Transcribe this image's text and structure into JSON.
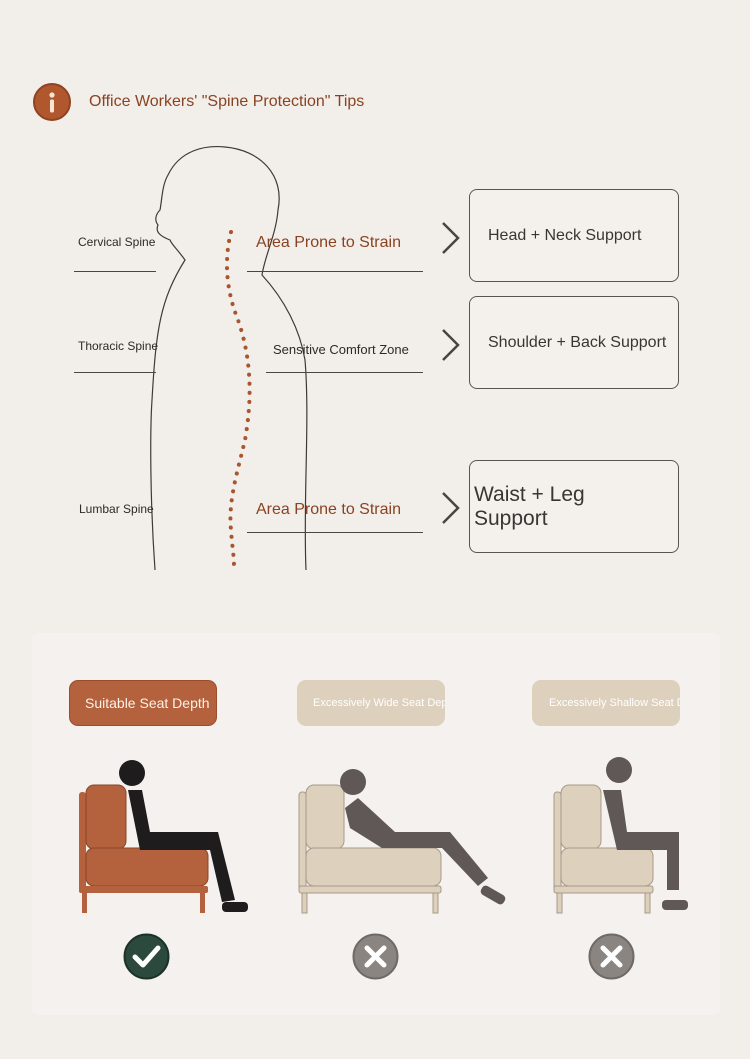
{
  "header": {
    "title": "Office Workers' \"Spine Protection\" Tips",
    "icon": "info-icon",
    "accent_color": "#b0572e"
  },
  "spine_diagram": {
    "labels": {
      "cervical": "Cervical Spine",
      "thoracic": "Thoracic Spine",
      "lumbar": "Lumbar Spine"
    },
    "zones": {
      "upper": "Area Prone to Strain",
      "middle": "Sensitive Comfort Zone",
      "lower": "Area Prone to Strain"
    },
    "supports": {
      "head": "Head + Neck Support",
      "shoulder": "Shoulder + Back Support",
      "waist": "Waist + Leg Support"
    }
  },
  "seat_depth": {
    "options": [
      {
        "label": "Suitable Seat Depth",
        "status": "correct"
      },
      {
        "label": "Excessively Wide Seat Depth",
        "status": "incorrect"
      },
      {
        "label": "Excessively Shallow Seat Depth",
        "status": "incorrect"
      }
    ],
    "colors": {
      "suitable": "#b4613d",
      "unsuitable": "#ddd0bd",
      "check": "#2c4a3c",
      "cross": "#8a8580"
    }
  }
}
